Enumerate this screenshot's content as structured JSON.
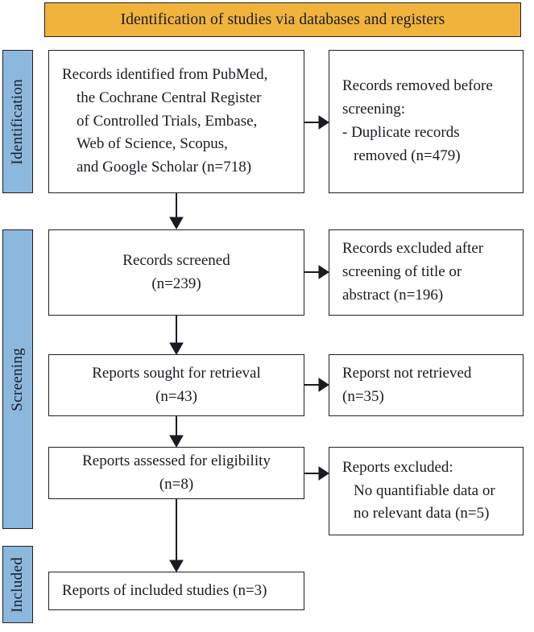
{
  "header": {
    "title": "Identification of studies via databases and registers",
    "background_color": "#F0B43C"
  },
  "stages": [
    {
      "id": "identification",
      "label": "Identification",
      "background_color": "#8CB8DE"
    },
    {
      "id": "screening",
      "label": "Screening",
      "background_color": "#8CB8DE"
    },
    {
      "id": "included",
      "label": "Included",
      "background_color": "#8CB8DE"
    }
  ],
  "boxes": {
    "identified": {
      "lines": [
        "Records identified from PubMed,",
        "the Cochrane Central Register",
        "of Controlled Trials, Embase,",
        "Web of Science, Scopus,",
        "and Google Scholar (n=718)"
      ],
      "count": 718
    },
    "removed": {
      "lines": [
        "Records removed before",
        "screening:",
        "- Duplicate records",
        "removed (n=479)"
      ],
      "count": 479
    },
    "screened": {
      "lines": [
        "Records screened",
        "(n=239)"
      ],
      "count": 239
    },
    "excluded_screening": {
      "lines": [
        "Records excluded after",
        "screening of title or",
        "abstract (n=196)"
      ],
      "count": 196
    },
    "sought": {
      "lines": [
        "Reports sought for retrieval",
        "(n=43)"
      ],
      "count": 43
    },
    "not_retrieved": {
      "lines": [
        "Reporst not retrieved",
        "(n=35)"
      ],
      "count": 35
    },
    "eligibility": {
      "lines": [
        "Reports assessed for eligibility",
        "(n=8)"
      ],
      "count": 8
    },
    "excluded_reports": {
      "lines": [
        "Reports excluded:",
        "No quantifiable data or",
        "no relevant data (n=5)"
      ],
      "count": 5
    },
    "included": {
      "lines": [
        "Reports of included studies (n=3)"
      ],
      "count": 3
    }
  },
  "chart_data": {
    "type": "diagram",
    "title": "Identification of studies via databases and registers",
    "nodes": [
      {
        "id": "identified",
        "stage": "Identification",
        "label": "Records identified from PubMed, the Cochrane Central Register of Controlled Trials, Embase, Web of Science, Scopus, and Google Scholar",
        "n": 718
      },
      {
        "id": "removed",
        "stage": "Identification",
        "label": "Records removed before screening: - Duplicate records removed",
        "n": 479
      },
      {
        "id": "screened",
        "stage": "Screening",
        "label": "Records screened",
        "n": 239
      },
      {
        "id": "excluded_screening",
        "stage": "Screening",
        "label": "Records excluded after screening of title or abstract",
        "n": 196
      },
      {
        "id": "sought",
        "stage": "Screening",
        "label": "Reports sought for retrieval",
        "n": 43
      },
      {
        "id": "not_retrieved",
        "stage": "Screening",
        "label": "Reporst not retrieved",
        "n": 35
      },
      {
        "id": "eligibility",
        "stage": "Screening",
        "label": "Reports assessed for eligibility",
        "n": 8
      },
      {
        "id": "excluded_reports",
        "stage": "Screening",
        "label": "Reports excluded: No quantifiable data or no relevant data",
        "n": 5
      },
      {
        "id": "included",
        "stage": "Included",
        "label": "Reports of included studies",
        "n": 3
      }
    ],
    "edges": [
      {
        "from": "identified",
        "to": "removed",
        "direction": "right"
      },
      {
        "from": "identified",
        "to": "screened",
        "direction": "down"
      },
      {
        "from": "screened",
        "to": "excluded_screening",
        "direction": "right"
      },
      {
        "from": "screened",
        "to": "sought",
        "direction": "down"
      },
      {
        "from": "sought",
        "to": "not_retrieved",
        "direction": "right"
      },
      {
        "from": "sought",
        "to": "eligibility",
        "direction": "down"
      },
      {
        "from": "eligibility",
        "to": "excluded_reports",
        "direction": "right"
      },
      {
        "from": "eligibility",
        "to": "included",
        "direction": "down"
      }
    ]
  }
}
